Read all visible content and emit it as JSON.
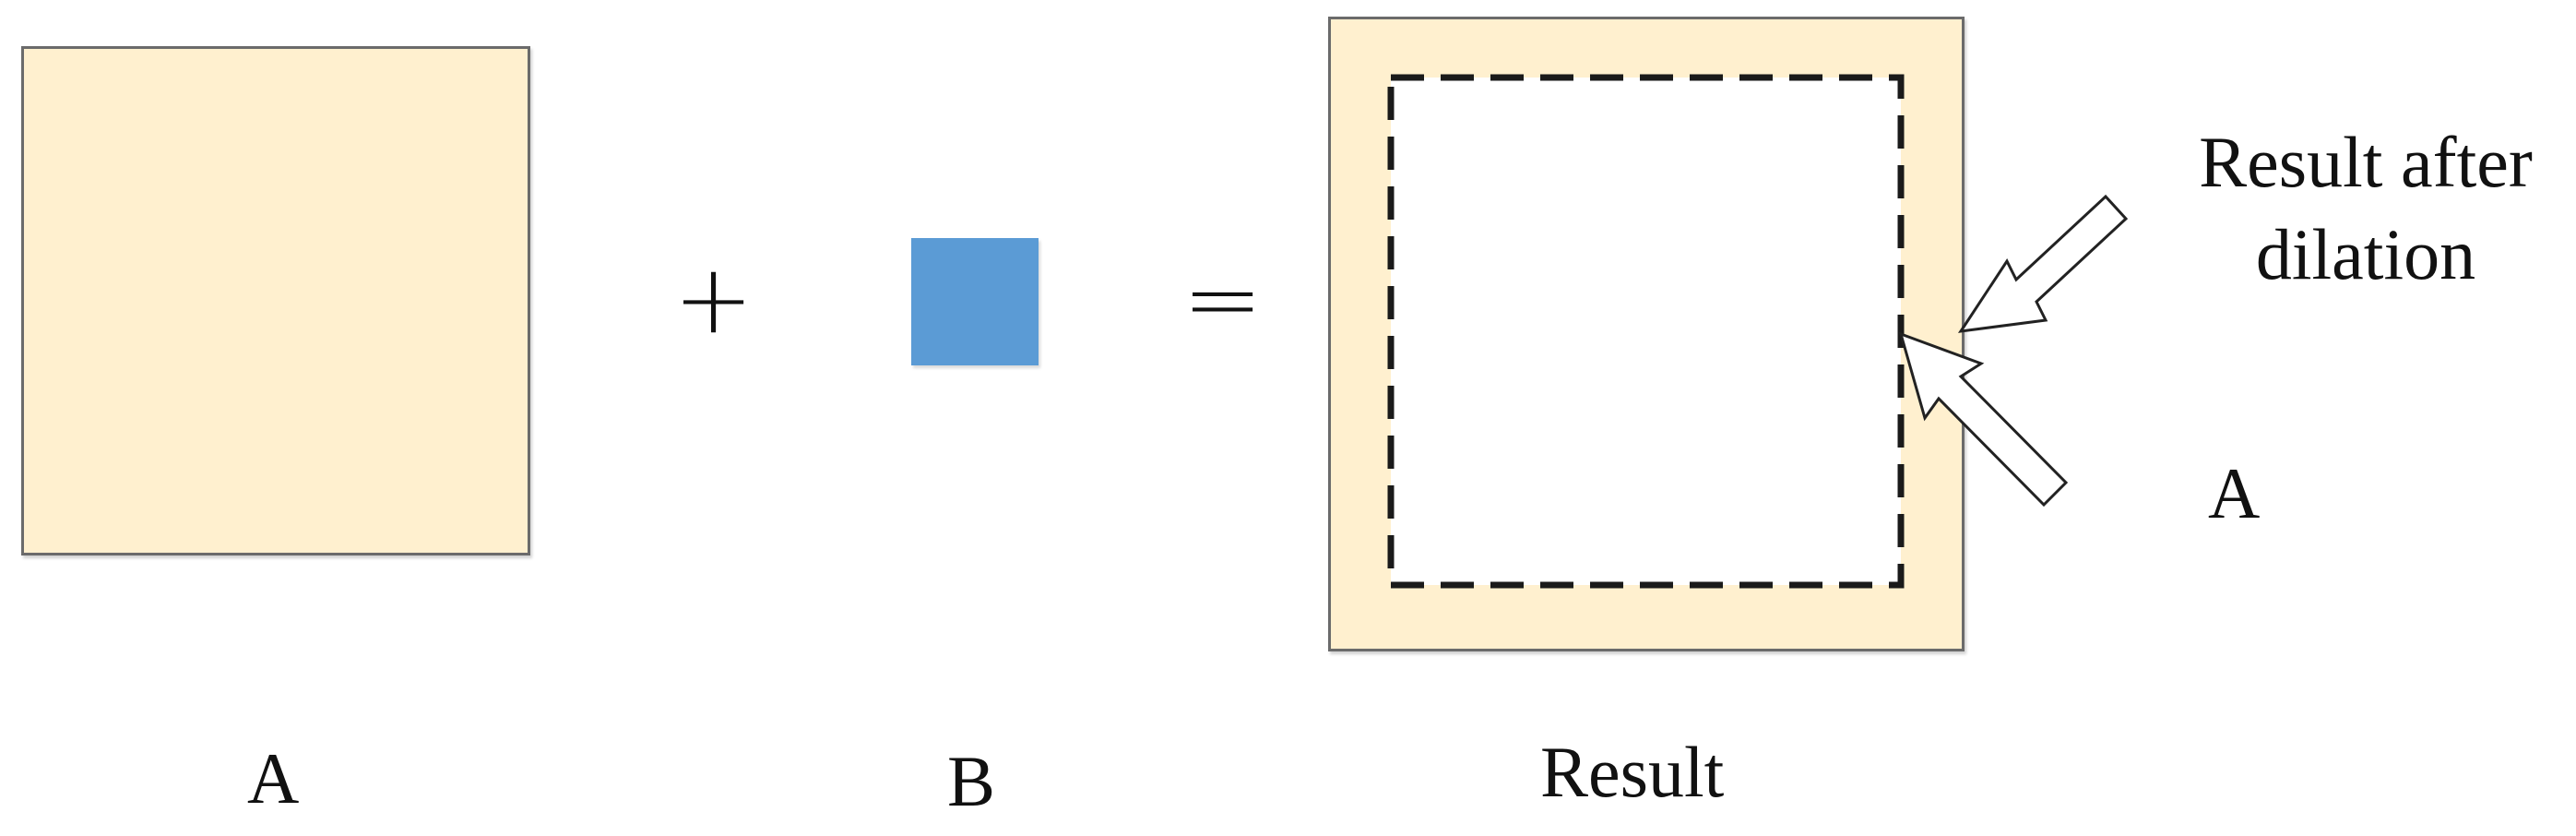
{
  "labels": {
    "a": "A",
    "b": "B",
    "result": "Result",
    "a_right": "A",
    "dilation_line1": "Result after",
    "dilation_line2": "dilation"
  },
  "operators": {
    "plus": "+",
    "equals": "="
  },
  "colors": {
    "set_a_fill": "#FFF0CF",
    "structuring_element_fill": "#5B9BD5",
    "outline": "#6B6B6B",
    "dashed_outline": "#1A1A1A",
    "arrow_fill": "#FFFFFF",
    "arrow_stroke": "#222222"
  },
  "icons": {
    "arrow_to_dilation": "arrow-outline-icon",
    "arrow_to_a": "arrow-outline-icon"
  }
}
